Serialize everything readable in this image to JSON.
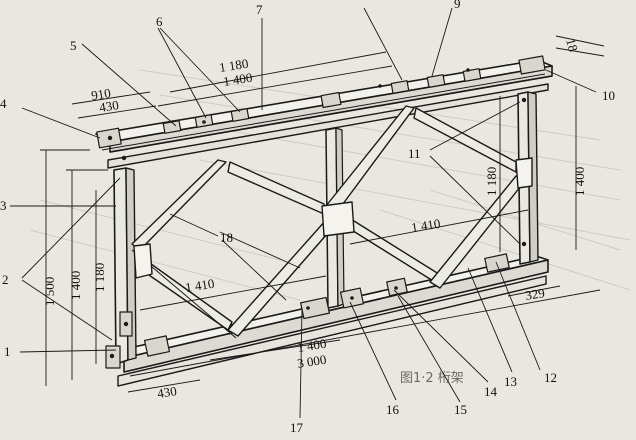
{
  "figure": {
    "part_labels": {
      "l1": "1",
      "l2": "2",
      "l3": "3",
      "l4": "4",
      "l5": "5",
      "l6": "6",
      "l7": "7",
      "l9": "9",
      "l10": "10",
      "l11": "11",
      "l12": "12",
      "l13": "13",
      "l14": "14",
      "l15": "15",
      "l16": "16",
      "l17": "17",
      "l18": "18"
    },
    "dimensions": {
      "top_1180": "1 180",
      "top_1400": "1 400",
      "top_910": "910",
      "top_430": "430",
      "thickness_18": "18",
      "left_1500": "1 500",
      "left_1400": "1 400",
      "left_1180": "1 180",
      "right_1400": "1 400",
      "right_1180": "1 180",
      "mid_1410_right": "1 410",
      "mid_1410_left": "1 410",
      "bottom_1400": "1 400",
      "bottom_3000": "3 000",
      "bottom_430": "430",
      "bottom_329": "329"
    },
    "caption_fragment": "图1·2 桁架"
  }
}
